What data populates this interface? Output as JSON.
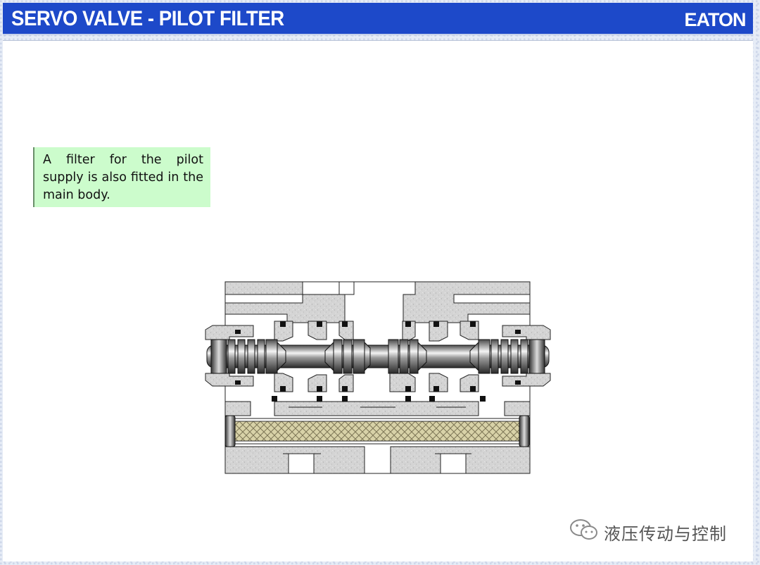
{
  "header": {
    "title": "SERVO VALVE - PILOT FILTER",
    "logo_text": "EATON",
    "bg_color": "#1d49c9"
  },
  "note": {
    "text": "A filter for the pilot supply is also fitted in the main body.",
    "bg_color": "#ccfccc"
  },
  "diagram": {
    "parts": [
      "valve-body",
      "spool",
      "seals",
      "pilot-filter"
    ]
  },
  "watermark": {
    "text": "液压传动与控制",
    "icon": "wechat-icon"
  }
}
